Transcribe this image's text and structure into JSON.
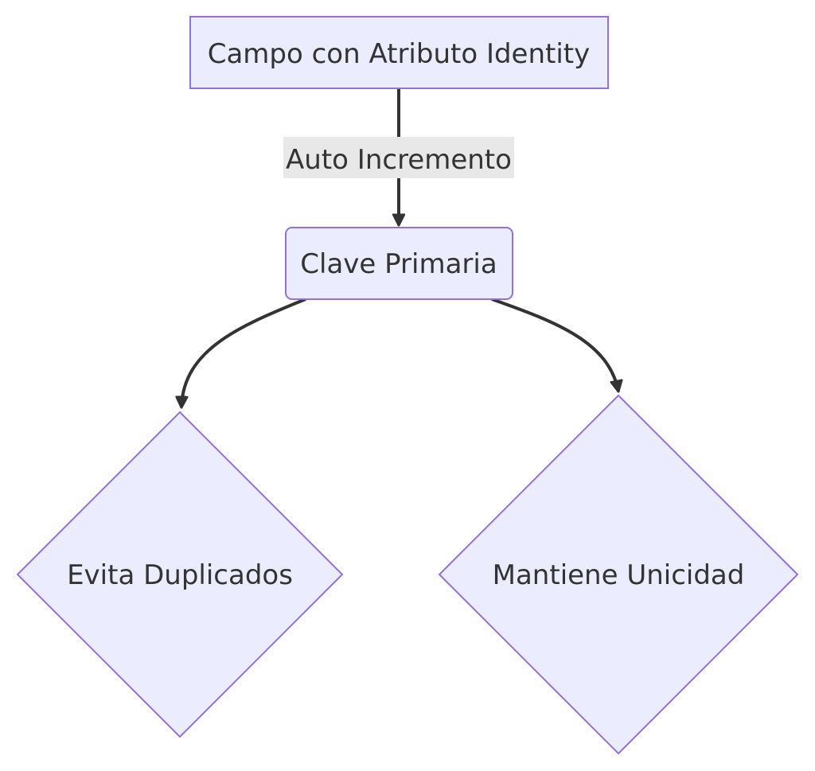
{
  "diagram": {
    "type": "flowchart",
    "colors": {
      "node_fill": "#ECECFF",
      "node_stroke": "#9370DB",
      "edge": "#333333",
      "label_bg": "#e8e8e8",
      "text": "#333333"
    },
    "nodes": {
      "campo": {
        "label": "Campo con Atributo Identity",
        "shape": "rectangle"
      },
      "clave": {
        "label": "Clave Primaria",
        "shape": "rounded-rectangle"
      },
      "evita": {
        "label": "Evita Duplicados",
        "shape": "diamond"
      },
      "mantiene": {
        "label": "Mantiene Unicidad",
        "shape": "diamond"
      }
    },
    "edges": [
      {
        "from": "campo",
        "to": "clave",
        "label": "Auto Incremento"
      },
      {
        "from": "clave",
        "to": "evita",
        "label": ""
      },
      {
        "from": "clave",
        "to": "mantiene",
        "label": ""
      }
    ]
  }
}
